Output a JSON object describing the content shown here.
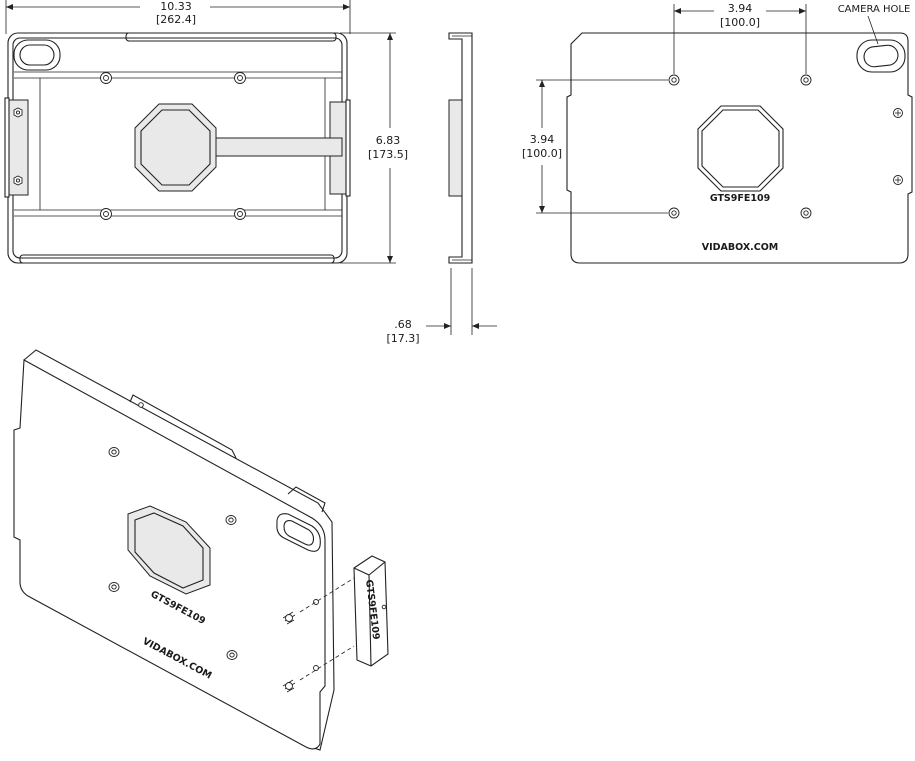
{
  "dimensions": {
    "width_in": "10.33",
    "width_mm": "[262.4]",
    "height_in": "6.83",
    "height_mm": "[173.5]",
    "depth_in": ".68",
    "depth_mm": "[17.3]",
    "hole_spacing_h_in": "3.94",
    "hole_spacing_h_mm": "[100.0]",
    "hole_spacing_v_in": "3.94",
    "hole_spacing_v_mm": "[100.0]"
  },
  "labels": {
    "camera_hole": "CAMERA HOLE",
    "model_back": "GTS9FE109",
    "brand_back": "VIDABOX.COM",
    "model_iso": "GTS9FE109",
    "brand_iso": "VIDABOX.COM",
    "model_clip": "GTS9FE109"
  }
}
